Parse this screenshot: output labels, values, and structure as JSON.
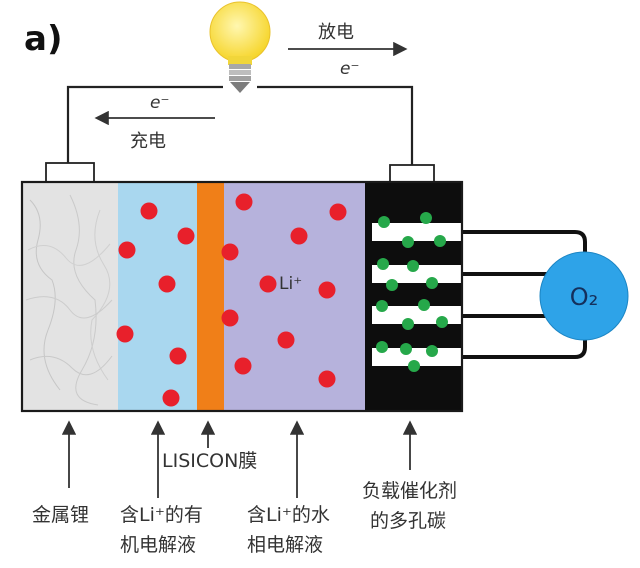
{
  "panel_label": "a)",
  "flow": {
    "discharge_label": "放电",
    "discharge_carrier": "e⁻",
    "charge_carrier": "e⁻",
    "charge_label": "充电"
  },
  "inner_labels": {
    "li_ion": "Li⁺",
    "air_symbol": "O₂"
  },
  "bottom_labels": {
    "metal_lithium": "金属锂",
    "organic_electrolyte_line1": "含Li⁺的有",
    "organic_electrolyte_line2": "机电解液",
    "lisicon": "LISICON膜",
    "aqueous_electrolyte_line1": "含Li⁺的水",
    "aqueous_electrolyte_line2": "相电解液",
    "porous_carbon_line1": "负载催化剂",
    "porous_carbon_line2": "的多孔碳"
  },
  "colors": {
    "metal_layer": "#e3e3e3",
    "organic_layer": "#a9d7ef",
    "membrane": "#f07f18",
    "aqueous_layer": "#b6b2dc",
    "cathode": "#0d0d0d",
    "li_dot": "#e8202b",
    "catalyst_dot": "#26a84a",
    "air_circle": "#2ea3e8",
    "bulb": "#fbe25a"
  }
}
